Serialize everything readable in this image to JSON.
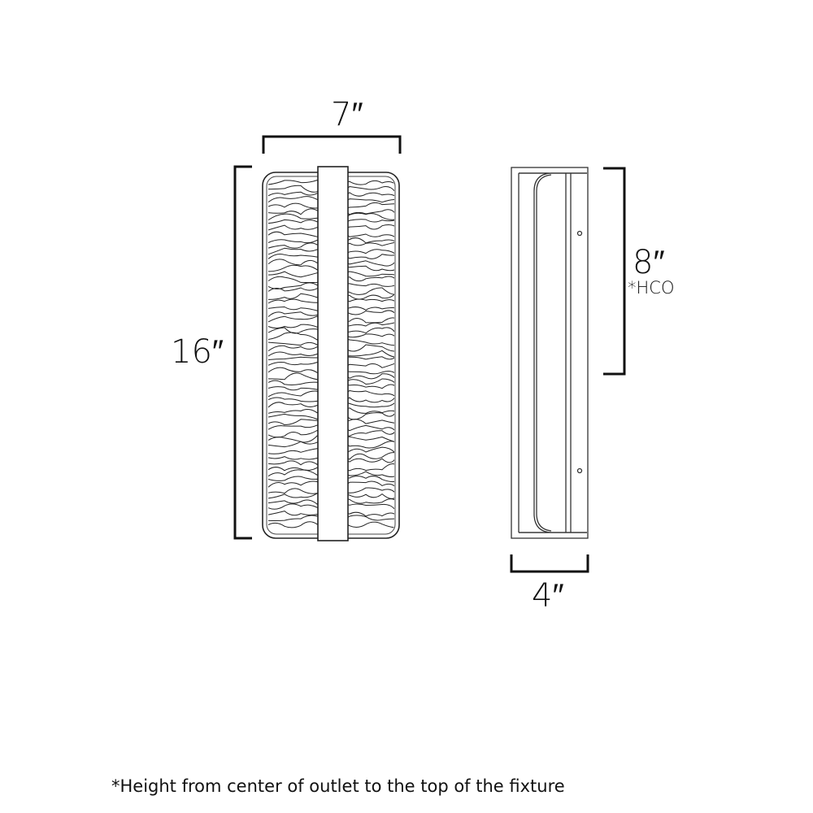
{
  "dimensions": {
    "width": "7″",
    "height": "16″",
    "hco": "8″",
    "hco_label": "*HCO",
    "depth": "4″"
  },
  "footnote": "*Height from center of outlet to the top of the fixture",
  "colors": {
    "line": "#111111",
    "thin": "#333333"
  }
}
